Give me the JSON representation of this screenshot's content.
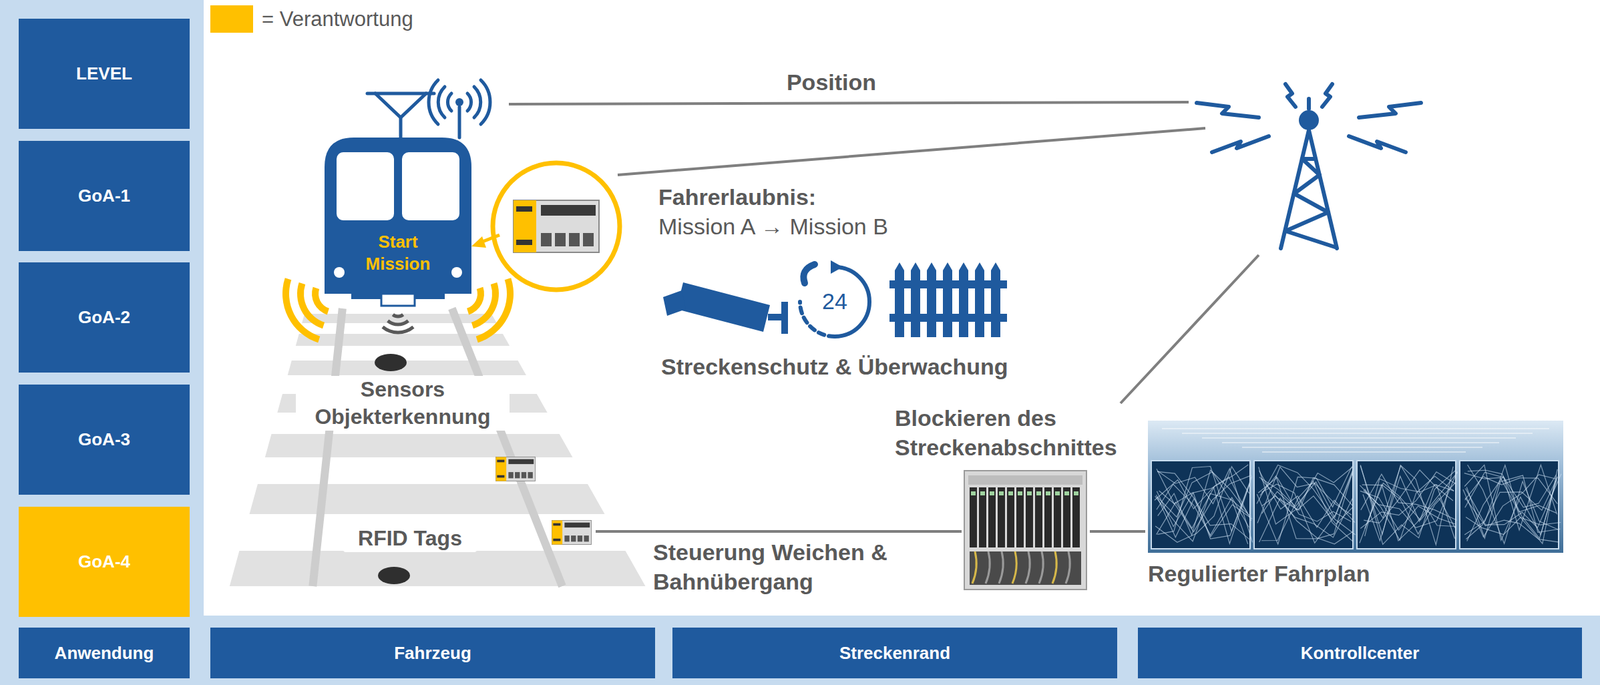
{
  "diagram": {
    "nodes": [
      {
        "text": [
          "LEVEL"
        ]
      },
      {
        "text": [
          "GoA-1"
        ]
      },
      {
        "text": [
          "GoA-2"
        ]
      },
      {
        "text": [
          "GoA-3"
        ]
      },
      {
        "text": [
          "GoA-4"
        ]
      },
      {
        "text": [
          "Start Mission"
        ]
      },
      {
        "text": [
          "Anwendung"
        ]
      },
      {
        "text": [
          "Fahrzeug"
        ]
      },
      {
        "text": [
          "Streckenrand"
        ]
      },
      {
        "text": [
          "Kontrollcenter"
        ]
      }
    ],
    "labels": [
      "Position",
      "Fahrerlaubnis:",
      "Mission A → Mission B",
      "24",
      "Streckenschutz & Überwachung",
      "Sensors Objekterkennung",
      "Blockieren des Streckenabschnittes",
      "RFID Tags",
      "Steuerung Weichen & Bahnübergang",
      "Regulierter Fahrplan"
    ],
    "legend": [
      {
        "text": "= Verantwortung",
        "color": "#ffc000"
      }
    ]
  }
}
